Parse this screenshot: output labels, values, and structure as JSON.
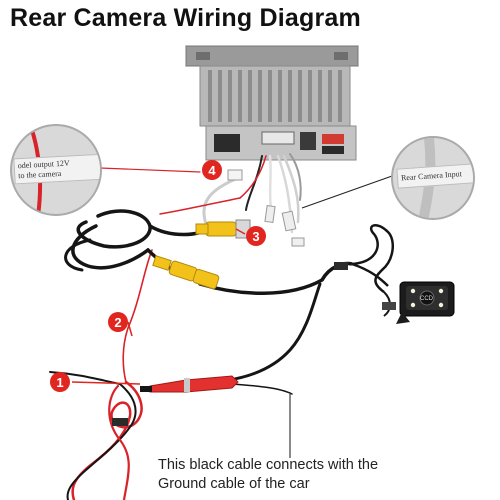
{
  "title": "Rear Camera Wiring Diagram",
  "callouts": {
    "left_label_line1": "odel output 12V",
    "left_label_line2": "to the camera",
    "right_label": "Rear Camera Input",
    "camera_lens_label": "CCD"
  },
  "markers": [
    {
      "id": "1",
      "color": "#e0261f"
    },
    {
      "id": "2",
      "color": "#e0261f"
    },
    {
      "id": "3",
      "color": "#e0261f"
    },
    {
      "id": "4",
      "color": "#e0261f"
    }
  ],
  "caption": {
    "line1": "This black cable connects with the",
    "line2": "Ground cable of the car"
  },
  "colors": {
    "marker_red": "#e0261f",
    "wire_red": "#d8232a",
    "cable_black": "#151515",
    "rca_yellow": "#f2c21b"
  }
}
